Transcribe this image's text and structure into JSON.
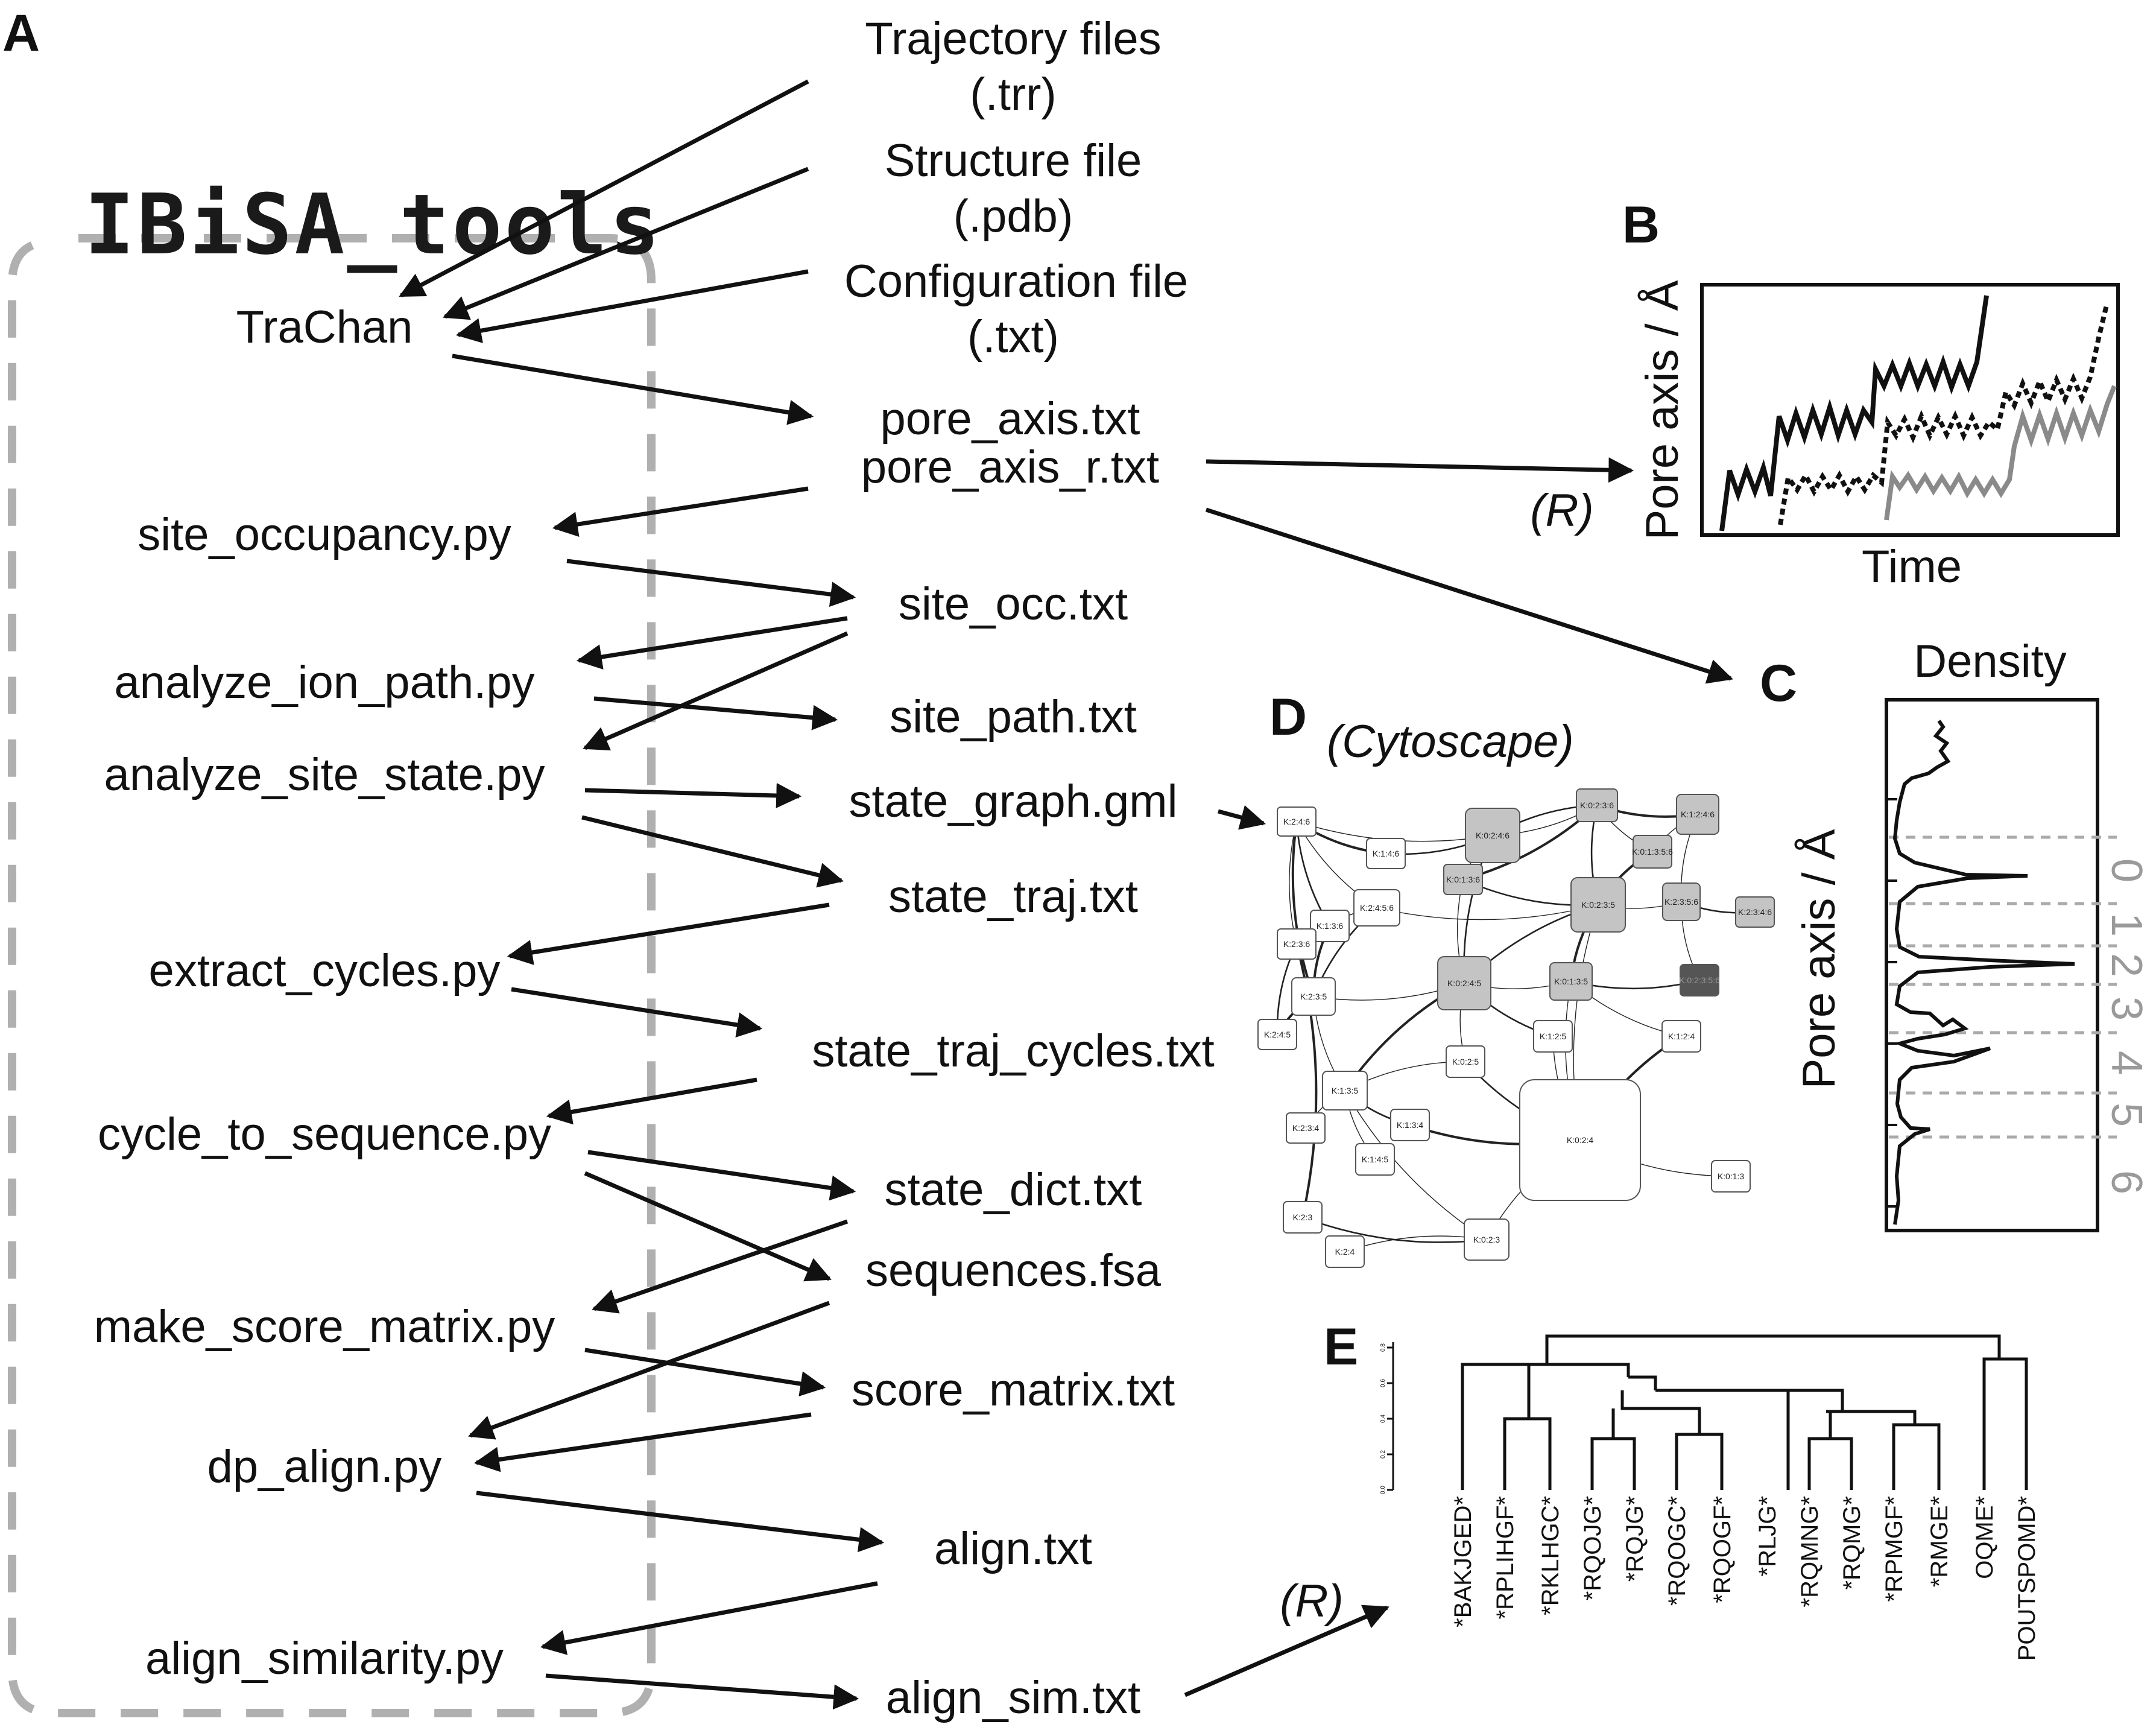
{
  "panel_labels": {
    "a": "A",
    "b": "B",
    "c": "C",
    "d": "D",
    "e": "E"
  },
  "logo_text": "IBiSA_tools",
  "tools": [
    "TraChan",
    "site_occupancy.py",
    "analyze_ion_path.py",
    "analyze_site_state.py",
    "extract_cycles.py",
    "cycle_to_sequence.py",
    "make_score_matrix.py",
    "dp_align.py",
    "align_similarity.py"
  ],
  "files": [
    "Trajectory files",
    "(.trr)",
    "Structure file",
    "(.pdb)",
    "Configuration file",
    "(.txt)",
    "pore_axis.txt",
    "pore_axis_r.txt",
    "site_occ.txt",
    "site_path.txt",
    "state_graph.gml",
    "state_traj.txt",
    "state_traj_cycles.txt",
    "state_dict.txt",
    "sequences.fsa",
    "score_matrix.txt",
    "align.txt",
    "align_sim.txt"
  ],
  "annotations": {
    "r_label": "(R)",
    "cytoscape": "(Cytoscape)"
  },
  "panel_b": {
    "xlabel": "Time",
    "ylabel": "Pore axis / Å"
  },
  "panel_c": {
    "title": "Density",
    "ylabel": "Pore axis / Å",
    "sites": [
      "0",
      "1",
      "2",
      "3",
      "4",
      "5",
      "6"
    ]
  },
  "graph_nodes": [
    "K:2:4:6",
    "K:1:4:6",
    "K:0:2:4:6",
    "K:0:2:3:6",
    "K:1:2:4:6",
    "K:0:1:3:5:6",
    "K:2:4:5:6",
    "K:1:3:6",
    "K:0:1:3:6",
    "K:0:2:3:5",
    "K:2:3:5:6",
    "K:2:3:4:6",
    "K:2:3:6",
    "K:2:3:5",
    "K:0:2:4:5",
    "K:0:1:3:5",
    "K:0:2:3:5:6",
    "K:2:4:5",
    "K:1:2:5",
    "K:0:2:5",
    "K:1:2:4",
    "K:1:3:5",
    "K:2:3:4",
    "K:1:3:4",
    "K:0:2:4",
    "K:1:4:5",
    "K:0:1:3",
    "K:2:3",
    "K:0:2:3",
    "K:2:4"
  ],
  "dendrogram": {
    "ticks": [
      "0.0",
      "0.2",
      "0.4",
      "0.6",
      "0.8"
    ],
    "leaves": [
      "*BAKJGED*",
      "*RPLIHGF*",
      "*RKLHGC*",
      "*RQOJG*",
      "*RQJG*",
      "*RQOGC*",
      "*RQOGF*",
      "*RLJG*",
      "*RQMNG*",
      "*RQMG*",
      "*RPMGF*",
      "*RMGE*",
      "OQME*",
      "POUTSPOMD*"
    ]
  }
}
